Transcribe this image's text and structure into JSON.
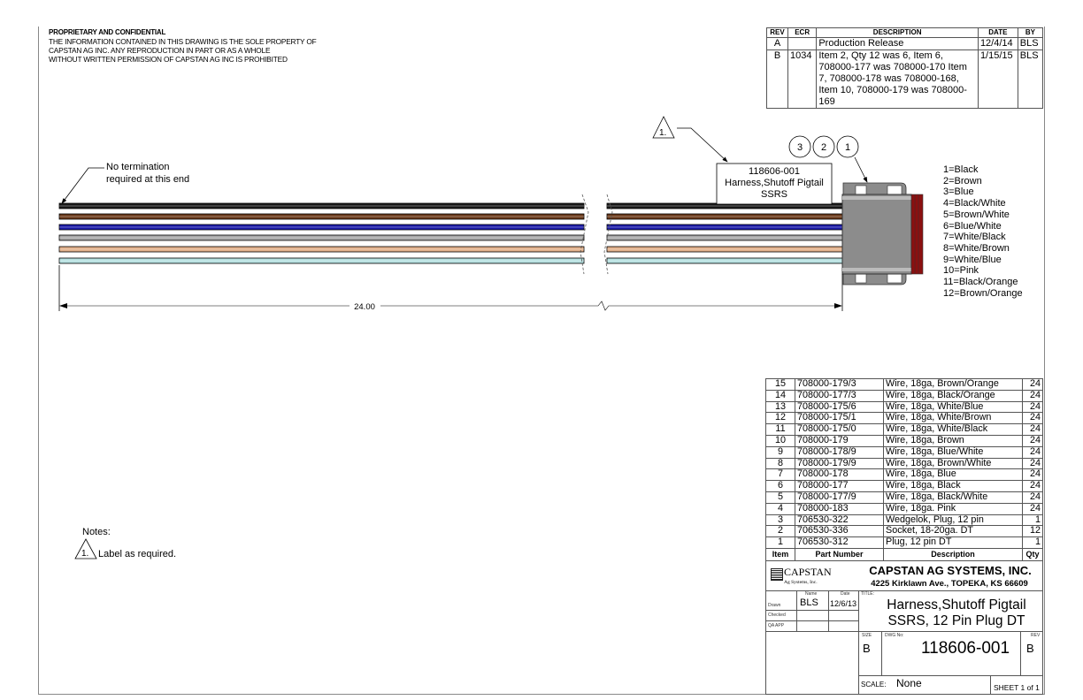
{
  "proprietary": {
    "heading": "PROPRIETARY AND CONFIDENTIAL",
    "lines": [
      "THE INFORMATION CONTAINED IN THIS DRAWING IS THE SOLE PROPERTY OF",
      "CAPSTAN AG INC. ANY REPRODUCTION IN PART OR AS A WHOLE",
      "WITHOUT WRITTEN PERMISSION OF CAPSTAN AG INC IS PROHIBITED"
    ]
  },
  "revisions": {
    "headers": [
      "REV",
      "ECR",
      "DESCRIPTION",
      "DATE",
      "BY"
    ],
    "rows": [
      {
        "rev": "A",
        "ecr": "",
        "description": "Production Release",
        "date": "12/4/14",
        "by": "BLS"
      },
      {
        "rev": "B",
        "ecr": "1034",
        "description": "Item 2, Qty 12 was 6, Item 6, 708000-177 was 708000-170 Item 7, 708000-178 was 708000-168, Item 10, 708000-179 was 708000-169",
        "date": "1/15/15",
        "by": "BLS"
      }
    ]
  },
  "drawing": {
    "end_note_line1": "No termination",
    "end_note_line2": "required at this end",
    "label_line1": "118606-001",
    "label_line2": "Harness,Shutoff Pigtail",
    "label_line3": "SSRS",
    "flag_note": "1.",
    "balloons": [
      "3",
      "2",
      "1"
    ],
    "dimension": "24.00",
    "wire_colors": [
      "#1a1a1a",
      "#6b3a1a",
      "#1a1aa8",
      "#a8a8a8",
      "#e2b08a",
      "#b5e0e0"
    ],
    "connector_color": "#8c8c8c",
    "seal_color": "#8b1010"
  },
  "pin_legend": [
    "1=Black",
    "2=Brown",
    "3=Blue",
    "4=Black/White",
    "5=Brown/White",
    "6=Blue/White",
    "7=White/Black",
    "8=White/Brown",
    "9=White/Blue",
    "10=Pink",
    "11=Black/Orange",
    "12=Brown/Orange"
  ],
  "notes": {
    "title": "Notes:",
    "flag": "1.",
    "item1": "Label as required."
  },
  "bom": {
    "headers": {
      "item": "Item",
      "part": "Part Number",
      "description": "Description",
      "qty": "Qty"
    },
    "rows": [
      {
        "item": "15",
        "part": "708000-179/3",
        "description": "Wire, 18ga, Brown/Orange",
        "qty": "24"
      },
      {
        "item": "14",
        "part": "708000-177/3",
        "description": "Wire, 18ga, Black/Orange",
        "qty": "24"
      },
      {
        "item": "13",
        "part": "708000-175/6",
        "description": "Wire, 18ga, White/Blue",
        "qty": "24"
      },
      {
        "item": "12",
        "part": "708000-175/1",
        "description": "Wire, 18ga, White/Brown",
        "qty": "24"
      },
      {
        "item": "11",
        "part": "708000-175/0",
        "description": "Wire, 18ga, White/Black",
        "qty": "24"
      },
      {
        "item": "10",
        "part": "708000-179",
        "description": "Wire, 18ga, Brown",
        "qty": "24"
      },
      {
        "item": "9",
        "part": "708000-178/9",
        "description": "Wire, 18ga, Blue/White",
        "qty": "24"
      },
      {
        "item": "8",
        "part": "708000-179/9",
        "description": "Wire, 18ga, Brown/White",
        "qty": "24"
      },
      {
        "item": "7",
        "part": "708000-178",
        "description": "Wire, 18ga, Blue",
        "qty": "24"
      },
      {
        "item": "6",
        "part": "708000-177",
        "description": "Wire, 18ga, Black",
        "qty": "24"
      },
      {
        "item": "5",
        "part": "708000-177/9",
        "description": "Wire, 18ga, Black/White",
        "qty": "24"
      },
      {
        "item": "4",
        "part": "708000-183",
        "description": "Wire, 18ga. Pink",
        "qty": "24"
      },
      {
        "item": "3",
        "part": "706530-322",
        "description": "Wedgelok, Plug, 12 pin",
        "qty": "1"
      },
      {
        "item": "2",
        "part": "706530-336",
        "description": "Socket, 18-20ga. DT",
        "qty": "12"
      },
      {
        "item": "1",
        "part": "706530-312",
        "description": "Plug, 12 pin DT",
        "qty": "1"
      }
    ]
  },
  "title_block": {
    "logo_text": "CAPSTAN",
    "logo_sub": "Ag Systems, Inc.",
    "company": "CAPSTAN AG SYSTEMS, INC.",
    "address": "4225 Kirklawn Ave., TOPEKA, KS 66609",
    "name_label": "Name",
    "date_label": "Date",
    "drawn_label": "Drawn",
    "checked_label": "Checked",
    "qa_label": "QA APP",
    "drawn_name": "BLS",
    "drawn_date": "12/6/13",
    "title_label": "TITLE:",
    "title_line1": "Harness,Shutoff Pigtail",
    "title_line2": "SSRS, 12 Pin Plug DT",
    "size_label": "SIZE",
    "size": "B",
    "dwg_label": "DWG No:",
    "dwg_no": "118606-001",
    "rev_label": "REV",
    "rev": "B",
    "scale_label": "SCALE:",
    "scale": "None",
    "sheet": "SHEET 1 of 1"
  }
}
